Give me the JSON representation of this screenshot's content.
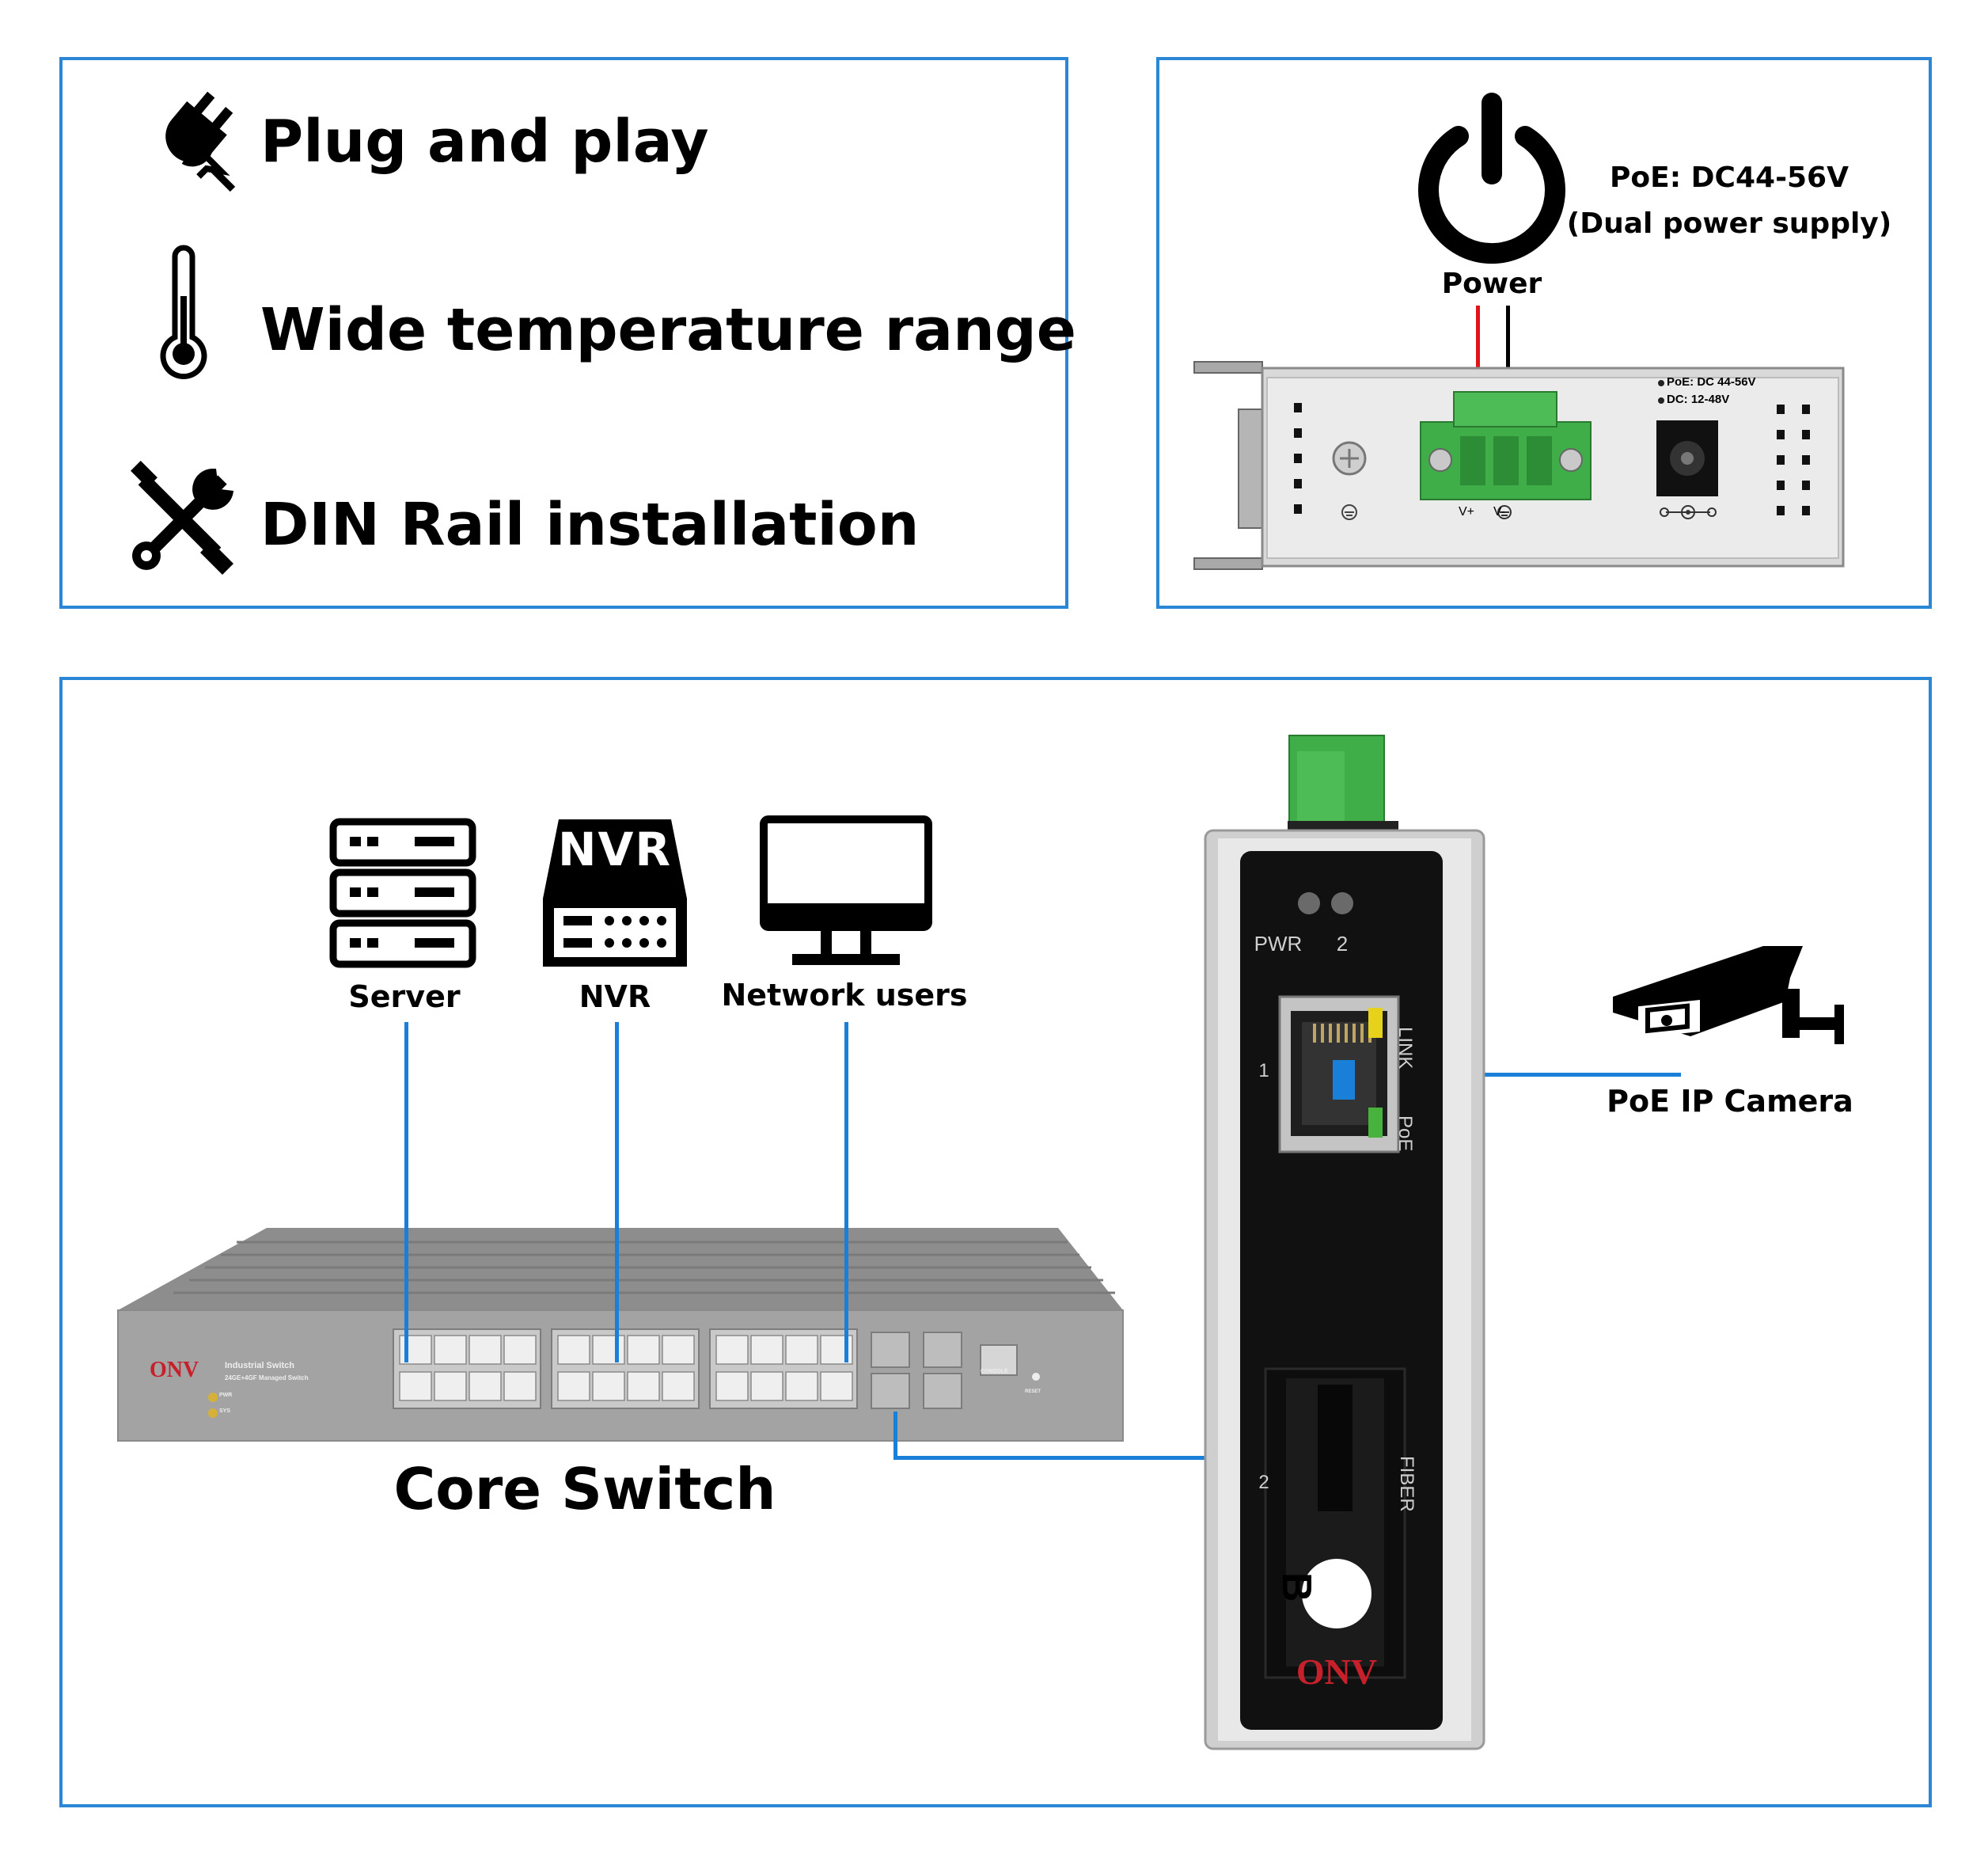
{
  "features": [
    {
      "icon": "plug-icon",
      "label": "Plug and play"
    },
    {
      "icon": "thermometer-icon",
      "label": "Wide temperature range"
    },
    {
      "icon": "tools-icon",
      "label": "DIN Rail installation"
    }
  ],
  "power": {
    "label": "Power",
    "spec_line1": "PoE: DC44-56V",
    "spec_line2": "(Dual power supply)",
    "panel_poe": "PoE: DC 44-56V",
    "panel_dc": "DC: 12-48V",
    "vplus": "V+",
    "vminus": "V-"
  },
  "devices": {
    "server": "Server",
    "nvr": "NVR",
    "nvr_badge": "NVR",
    "network_users": "Network users",
    "core_switch": "Core Switch",
    "camera": "PoE IP Camera"
  },
  "switch_face": {
    "brand": "ONV",
    "title": "Industrial Switch",
    "subtitle": "24GE+4GF Managed Switch",
    "pwr": "PWR",
    "sys": "SYS",
    "console": "CONSOLE",
    "reset": "RESET"
  },
  "media_converter": {
    "pwr": "PWR",
    "led2": "2",
    "port1": "1",
    "port2": "2",
    "link": "LINK",
    "poe": "PoE",
    "fiber": "FIBER",
    "fiber_badge": "B",
    "brand": "ONV"
  },
  "colors": {
    "frame": "#2b86d6",
    "link_line": "#1a7fd8",
    "wire_red": "#e0141b",
    "terminal_green": "#3fae49",
    "brand_red": "#c8202a"
  }
}
